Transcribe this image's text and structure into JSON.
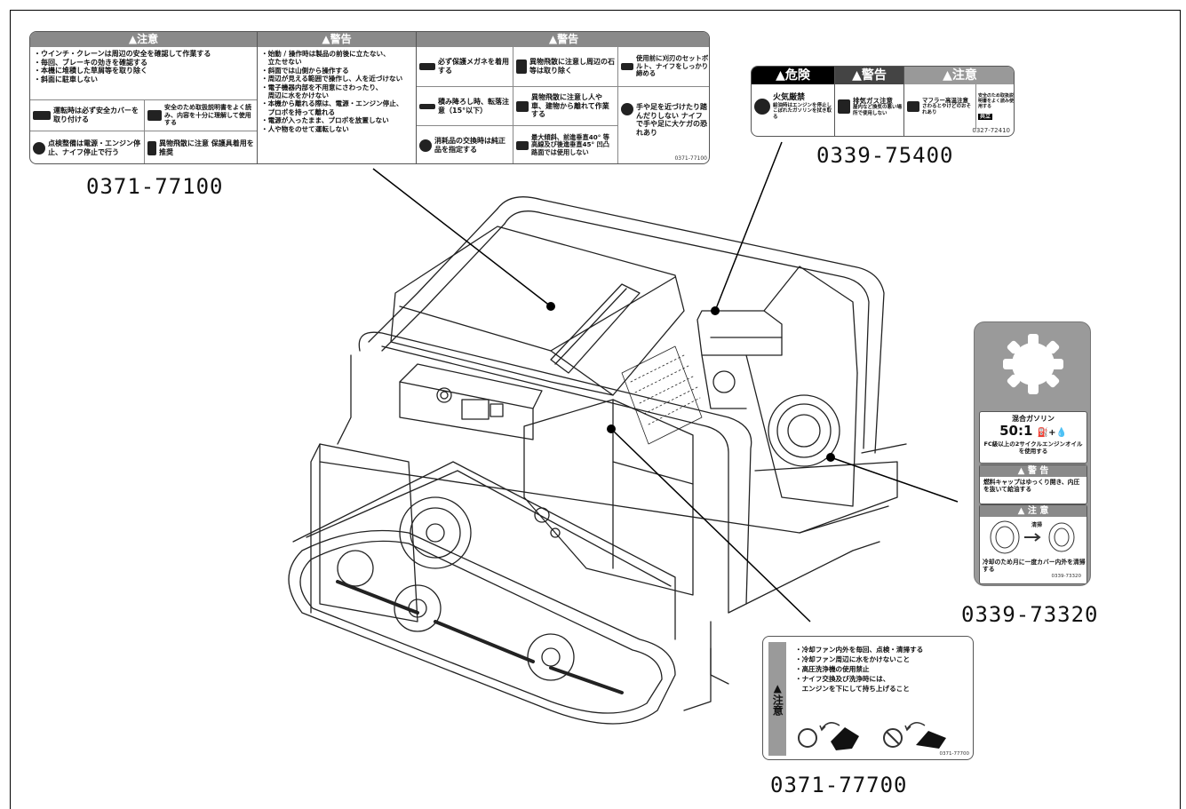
{
  "part_numbers": {
    "label1": "0371-77100",
    "label2": "0339-75400",
    "label3": "0339-73320",
    "label4": "0371-77700"
  },
  "label1": {
    "caution_header": "▲注意",
    "caution_lines": [
      "・ウインチ・クレーンは周辺の安全を確認して作業する",
      "・毎回、ブレーキの効きを確認する",
      "・本機に堆積した草屑等を取り除く",
      "・斜面に駐車しない"
    ],
    "caution_cells": [
      "運転時は必ず安全カバーを取り付ける",
      "安全のため取扱説明書をよく読み、内容を十分に理解して使用する",
      "点検整備は電源・エンジン停止、ナイフ停止で行う",
      "異物飛散に注意 保護具着用を推奨"
    ],
    "warning_header": "▲警告",
    "warning_lines": [
      "・始動 / 操作時は製品の前後に立たない、",
      "　立たせない",
      "・斜面では山側から操作する",
      "・周辺が見える範囲で操作し、人を近づけない",
      "・電子機器内部を不用意にさわったり、",
      "　周辺に水をかけない",
      "・本機から離れる際は、電源・エンジン停止、",
      "　プロポを持って離れる",
      "・電源が入ったまま、プロポを放置しない",
      "・人や物をのせて運転しない"
    ],
    "warning2_header": "▲警告",
    "warning2_cells": [
      "必ず保護メガネを着用する",
      "異物飛散に注意し周辺の石等は取り除く",
      "使用前に刈刃のセットボルト、ナイフをしっかり締める",
      "積み降ろし時、転落注意（15°以下）",
      "異物飛散に注意し人や車、建物から離れて作業する",
      "手や足を近づけたり踏んだりしない ナイフで手や足に大ケガの恐れあり",
      "消耗品の交換時は純正品を指定する",
      "最大傾斜、前進垂直40° 等高線及び後進垂直45° 凹凸路面では使用しない"
    ],
    "code": "0371-77100"
  },
  "label2": {
    "danger_header": "▲危険",
    "danger_title": "火気厳禁",
    "danger_text": "給油時はエンジンを停止しこぼれたガソリンを拭き取る",
    "warning_header": "▲警告",
    "warning_title": "排気ガス注意",
    "warning_text": "屋内など換気の悪い場所で使用しない",
    "caution_header": "▲注意",
    "caution_title": "マフラー高温注意",
    "caution_text": "さわるとやけどのおそれあり",
    "manual_text": "安全のため取扱説明書をよく読み使用する",
    "brand": "共立",
    "code": "0327-72410"
  },
  "label3": {
    "fuel_title": "混合ガソリン",
    "ratio": "50:1",
    "ratio_symbol": "⛽+💧",
    "fuel_text": "FC級以上の2サイクルエンジンオイルを使用する",
    "warning_header": "▲ 警 告",
    "warning_text": "燃料キャップはゆっくり開き、内圧を抜いて給油する",
    "caution_header": "▲ 注 意",
    "clean_word": "清掃",
    "caution_text": "冷却のため月に一度カバー内外を清掃する",
    "code": "0339-73320"
  },
  "label4": {
    "side_header": "▲注意",
    "lines": [
      "・冷却ファン内外を毎回、点検・清掃する",
      "・冷却ファン周辺に水をかけないこと",
      "・高圧洗浄機の使用禁止",
      "・ナイフ交換及び洗浄時には、",
      "　エンジンを下にして持ち上げること"
    ],
    "code": "0371-77700"
  }
}
